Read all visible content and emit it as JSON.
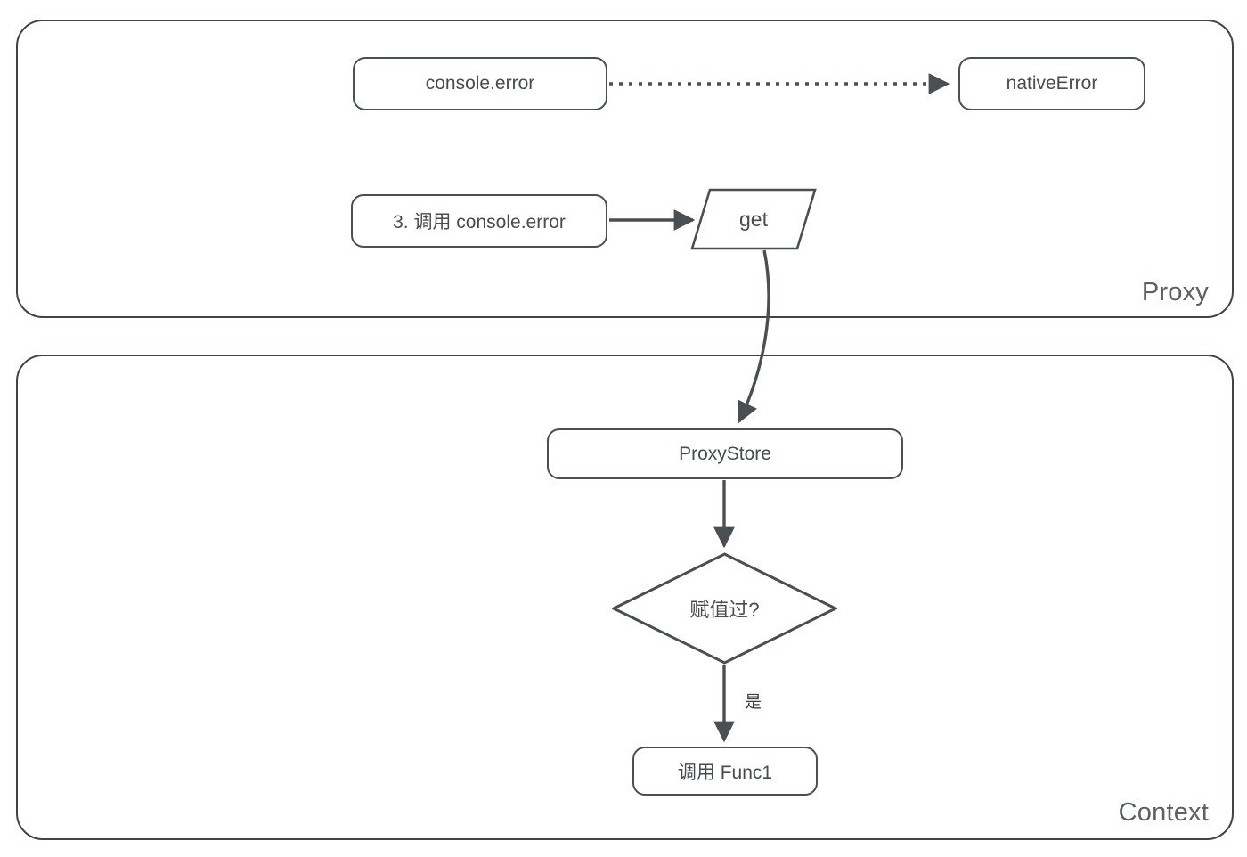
{
  "diagram": {
    "type": "flowchart",
    "background": "#ffffff",
    "stroke_color": "#4a4f52",
    "text_color": "#474c4f",
    "group_label_color": "#5a6063",
    "groups": [
      {
        "id": "proxy",
        "label": "Proxy",
        "label_position": "bottom-right"
      },
      {
        "id": "context",
        "label": "Context",
        "label_position": "bottom-right"
      }
    ],
    "nodes": [
      {
        "id": "console-error",
        "label": "console.error",
        "shape": "rounded-rect",
        "group": "proxy"
      },
      {
        "id": "native-error",
        "label": "nativeError",
        "shape": "rounded-rect",
        "group": "proxy"
      },
      {
        "id": "call-console",
        "label": "3. 调用 console.error",
        "shape": "rounded-rect",
        "group": "proxy"
      },
      {
        "id": "get",
        "label": "get",
        "shape": "parallelogram",
        "group": "proxy"
      },
      {
        "id": "proxystore",
        "label": "ProxyStore",
        "shape": "rounded-rect",
        "group": "context"
      },
      {
        "id": "decision",
        "label": "赋值过?",
        "shape": "diamond",
        "group": "context"
      },
      {
        "id": "func1",
        "label": "调用 Func1",
        "shape": "rounded-rect",
        "group": "context"
      }
    ],
    "edges": [
      {
        "from": "console-error",
        "to": "native-error",
        "style": "dotted",
        "label": ""
      },
      {
        "from": "call-console",
        "to": "get",
        "style": "solid",
        "label": ""
      },
      {
        "from": "get",
        "to": "proxystore",
        "style": "curved",
        "label": ""
      },
      {
        "from": "proxystore",
        "to": "decision",
        "style": "solid",
        "label": ""
      },
      {
        "from": "decision",
        "to": "func1",
        "style": "solid",
        "label": "是"
      }
    ]
  }
}
